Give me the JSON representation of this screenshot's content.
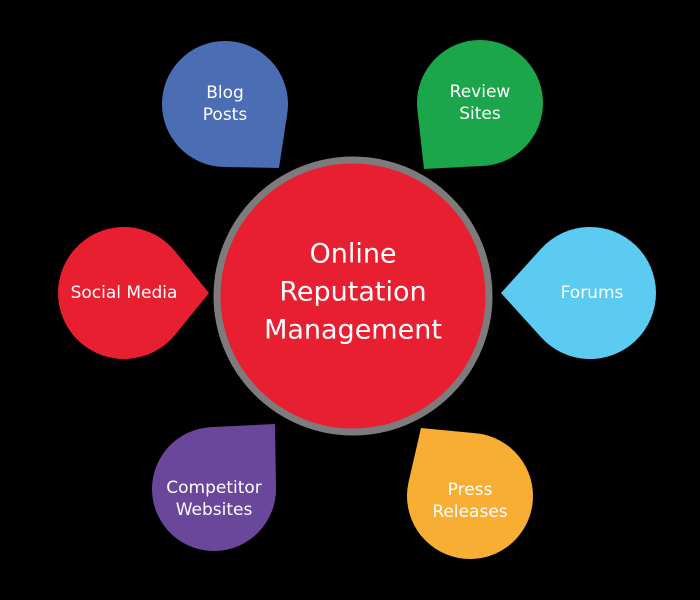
{
  "center": {
    "lines": [
      "Online",
      "Reputation",
      "Management"
    ],
    "color": "#e81f31",
    "border_color": "#7d7b7b"
  },
  "nodes": [
    {
      "id": "blog-posts",
      "lines": [
        "Blog",
        "Posts"
      ],
      "color": "#4a6db4"
    },
    {
      "id": "review-sites",
      "lines": [
        "Review",
        "Sites"
      ],
      "color": "#1ba64b"
    },
    {
      "id": "social-media",
      "lines": [
        "Social Media"
      ],
      "color": "#e81f31"
    },
    {
      "id": "forums",
      "lines": [
        "Forums"
      ],
      "color": "#5ccbf2"
    },
    {
      "id": "competitor-websites",
      "lines": [
        "Competitor",
        "Websites"
      ],
      "color": "#6a479b"
    },
    {
      "id": "press-releases",
      "lines": [
        "Press",
        "Releases"
      ],
      "color": "#f8ad33"
    }
  ]
}
